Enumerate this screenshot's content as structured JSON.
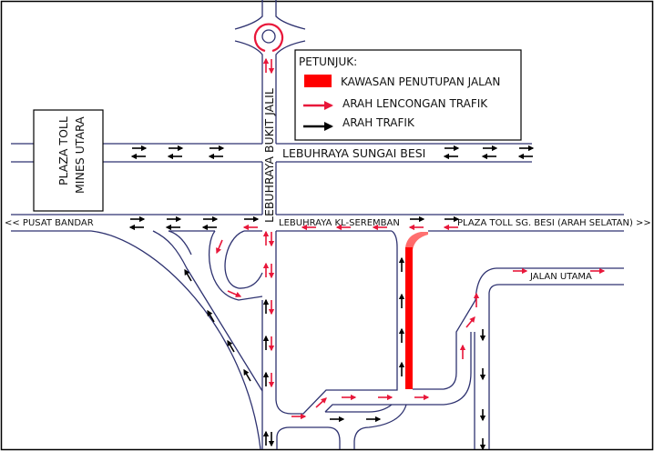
{
  "roads": {
    "sungai_besi": "LEBUHRAYA SUNGAI BESI",
    "bukit_jalil": "LEBUHRAYA BUKIT JALIL",
    "kl_seremban": "LEBUHRAYA KL-SEREMBAN",
    "pusat_bandar": "<< PUSAT BANDAR",
    "plaza_toll_sg_besi": "PLAZA TOLL SG. BESI (ARAH SELATAN) >>",
    "jalan_utama": "JALAN UTAMA"
  },
  "plaza_toll": {
    "line1": "PLAZA TOLL",
    "line2": "MINES UTARA"
  },
  "legend": {
    "title": "PETUNJUK:",
    "closure": "KAWASAN PENUTUPAN JALAN",
    "detour": "ARAH LENCONGAN TRAFIK",
    "traffic": "ARAH TRAFIK"
  },
  "colors": {
    "closure": "#ff0000",
    "detour": "#e8173a",
    "traffic": "#000000",
    "road": "#2e3270"
  }
}
